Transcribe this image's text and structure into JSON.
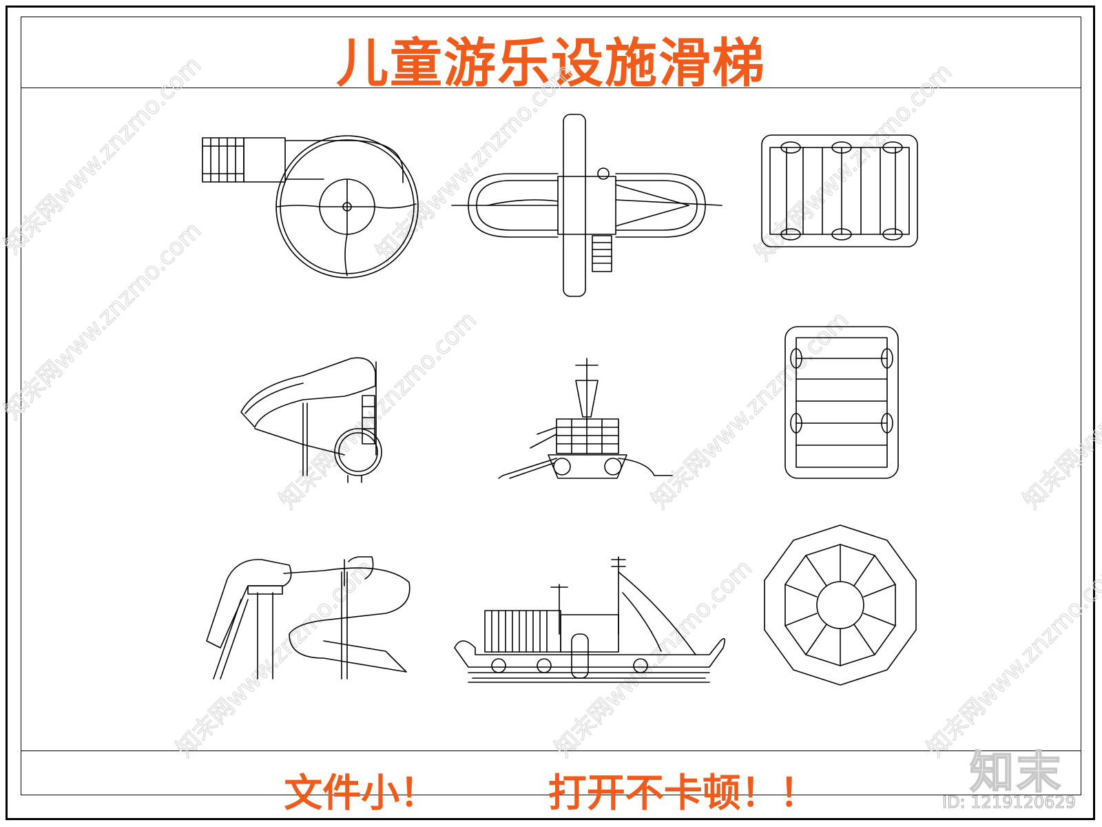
{
  "title": "儿童游乐设施滑梯",
  "footer": {
    "left": "文件小！",
    "right": "打开不卡顿！！"
  },
  "watermark": {
    "brand": "知末",
    "id": "ID: 1219120629",
    "site": "知末网www.znzmo.com"
  },
  "colors": {
    "accent": "#f05a1a",
    "line": "#000000",
    "watermark": "#d0d0d0"
  }
}
